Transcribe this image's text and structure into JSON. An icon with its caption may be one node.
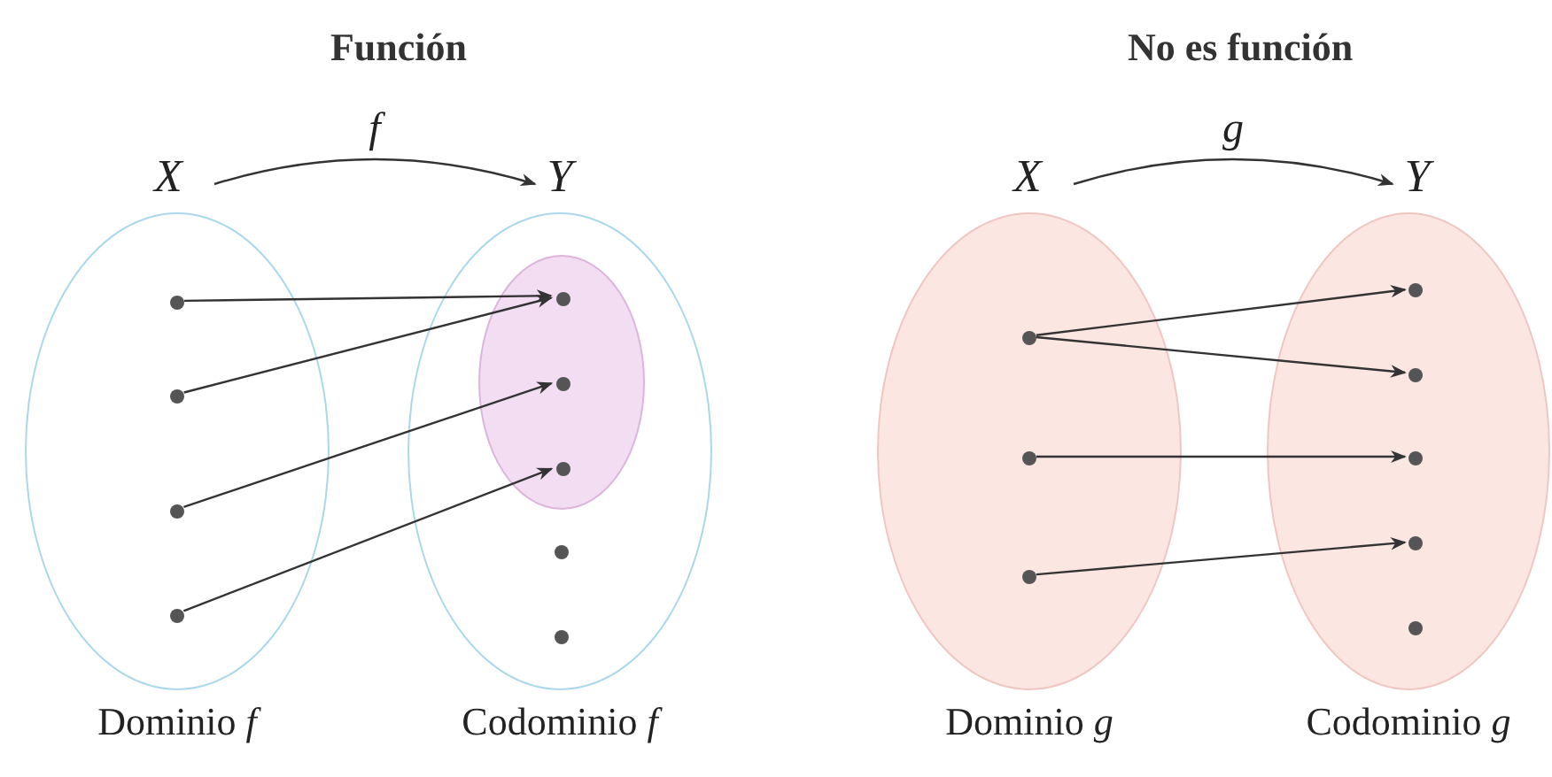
{
  "diagram": {
    "nodes": [
      {
        "text": [
          "X"
        ]
      },
      {
        "text": [
          "Y"
        ]
      },
      {
        "text": [],
        "shape": "ellipse",
        "beside": [
          "Dominio *f*"
        ]
      },
      {
        "text": [],
        "shape": "dot",
        "in": 2
      },
      {
        "text": [],
        "shape": "dot",
        "in": 2
      },
      {
        "text": [],
        "shape": "dot",
        "in": 2
      },
      {
        "text": [],
        "shape": "dot",
        "in": 2
      },
      {
        "text": [],
        "shape": "ellipse",
        "beside": [
          "Codominio *f*"
        ]
      },
      {
        "text": [],
        "shape": "ellipse",
        "in": 7
      },
      {
        "text": [],
        "shape": "dot",
        "in": 8
      },
      {
        "text": [],
        "shape": "dot",
        "in": 8
      },
      {
        "text": [],
        "shape": "dot",
        "in": 8
      },
      {
        "text": [],
        "shape": "dot",
        "in": 7
      },
      {
        "text": [],
        "shape": "dot",
        "in": 7
      },
      {
        "text": [
          "X"
        ]
      },
      {
        "text": [
          "Y"
        ]
      },
      {
        "text": [],
        "shape": "ellipse",
        "beside": [
          "Dominio *g*"
        ]
      },
      {
        "text": [],
        "shape": "dot",
        "in": 16
      },
      {
        "text": [],
        "shape": "dot",
        "in": 16
      },
      {
        "text": [],
        "shape": "dot",
        "in": 16
      },
      {
        "text": [],
        "shape": "ellipse",
        "beside": [
          "Codominio *g*"
        ]
      },
      {
        "text": [],
        "shape": "dot",
        "in": 20
      },
      {
        "text": [],
        "shape": "dot",
        "in": 20
      },
      {
        "text": [],
        "shape": "dot",
        "in": 20
      },
      {
        "text": [],
        "shape": "dot",
        "in": 20
      },
      {
        "text": [],
        "shape": "dot",
        "in": 20
      }
    ],
    "edges": [
      {
        "from": 0,
        "to": 1,
        "arrow": "to",
        "label": "f"
      },
      {
        "from": 3,
        "to": 9,
        "arrow": "to"
      },
      {
        "from": 4,
        "to": 9,
        "arrow": "to"
      },
      {
        "from": 5,
        "to": 10,
        "arrow": "to"
      },
      {
        "from": 6,
        "to": 11,
        "arrow": "to"
      },
      {
        "from": 14,
        "to": 15,
        "arrow": "to",
        "label": "g"
      },
      {
        "from": 17,
        "to": 21,
        "arrow": "to"
      },
      {
        "from": 17,
        "to": 22,
        "arrow": "to"
      },
      {
        "from": 18,
        "to": 23,
        "arrow": "to"
      },
      {
        "from": 19,
        "to": 24,
        "arrow": "to"
      }
    ],
    "labels": [
      "Función",
      "No es función"
    ]
  }
}
